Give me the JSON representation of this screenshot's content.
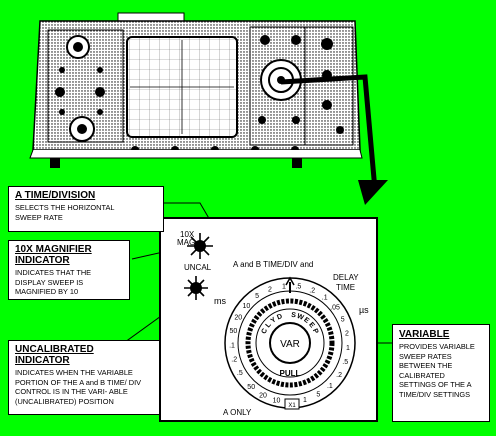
{
  "callouts": {
    "a_time_division": {
      "title": "A TIME/DIVISION",
      "desc": "SELECTS THE HORIZONTAL SWEEP RATE"
    },
    "magnifier": {
      "title": "10X MAGNIFIER INDICATOR",
      "desc": "INDICATES THAT THE DISPLAY SWEEP IS MAGNIFIED BY 10"
    },
    "uncalibrated": {
      "title": "UNCALIBRATED INDICATOR",
      "desc": "INDICATES WHEN THE VARIABLE PORTION OF THE A and B TIME/ DIV CONTROL IS IN THE VARI- ABLE (UNCALIBRATED) POSITION"
    },
    "variable": {
      "title": "VARIABLE",
      "desc": "PROVIDES VARIABLE SWEEP RATES BETWEEN THE CALIBRATED SETTINGS OF THE A TIME/DIV SETTINGS"
    }
  },
  "panel": {
    "mag_label_1": "10X",
    "mag_label_2": "MAG",
    "uncal_label": "UNCAL",
    "knob_title": "A and B TIME/DIV and",
    "delay_1": "DELAY",
    "delay_2": "TIME",
    "ms": "ms",
    "us": "µs",
    "a_only": "A ONLY",
    "var": "VAR",
    "pull": "PULL",
    "ring_text": "CLYD SWEEP",
    "window_label": "X1",
    "dial_numbers": [
      ".5",
      ".2",
      ".1",
      "50",
      "20",
      "10",
      "5",
      "2",
      "1",
      ".5",
      ".2",
      ".1",
      ".05",
      "5",
      "2",
      "1",
      ".5",
      ".2",
      ".1",
      "5",
      "1",
      "2",
      "10",
      "20",
      "50"
    ]
  }
}
